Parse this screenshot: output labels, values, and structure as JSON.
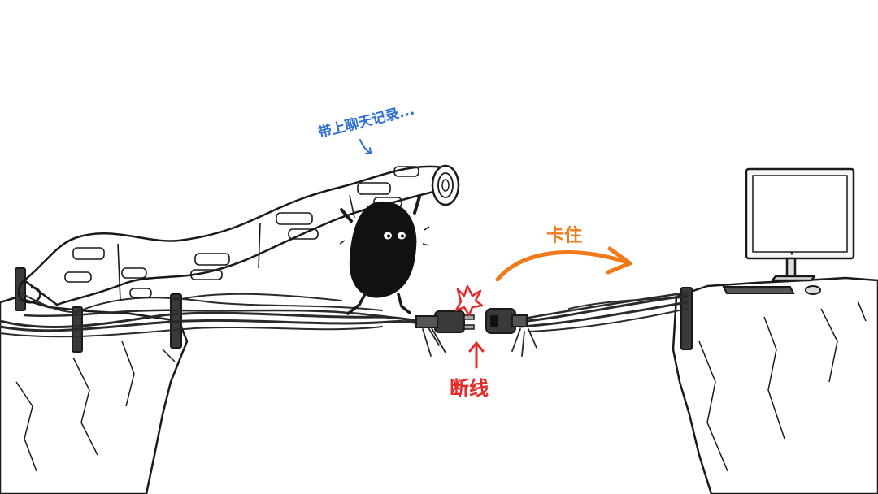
{
  "annotations": {
    "chat_log": "带上聊天记录...",
    "stuck": "卡住",
    "disconnect": "断线"
  },
  "colors": {
    "ink": "#1a1a1a",
    "blue": "#2e6fd1",
    "orange": "#f07a1a",
    "red": "#e52a2a"
  },
  "icons": [
    "cliff-left",
    "cliff-right",
    "cable-bridge",
    "scroll-paper",
    "blob-character",
    "power-plug",
    "power-socket",
    "computer-monitor",
    "keyboard",
    "mouse",
    "spark-icon",
    "arrow-up-icon",
    "curved-arrow-icon"
  ]
}
